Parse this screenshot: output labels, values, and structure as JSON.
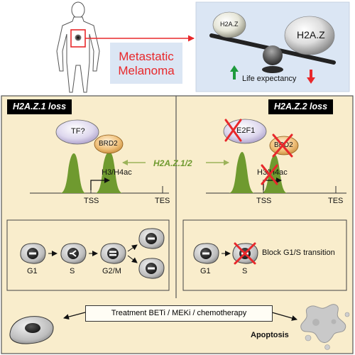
{
  "header": {
    "condition_label_line1": "Metastatic",
    "condition_label_line2": "Melanoma",
    "seesaw_small_label": "H2A.Z",
    "seesaw_large_label": "H2A.Z",
    "life_expectancy_label": "Life expectancy"
  },
  "left_panel": {
    "title": "H2A.Z.1 loss",
    "factor_top": "TF?",
    "factor_reader": "BRD2",
    "histone_mark": "H3/H4ac",
    "tss": "TSS",
    "tes": "TES",
    "cell_cycle": {
      "phase_g1": "G1",
      "phase_s": "S",
      "phase_g2m": "G2/M"
    }
  },
  "right_panel": {
    "title": "H2A.Z.2 loss",
    "factor_top": "E2F1",
    "factor_reader": "BRD2",
    "histone_mark": "H3/H4ac",
    "tss": "TSS",
    "tes": "TES",
    "cell_cycle": {
      "phase_g1": "G1",
      "phase_s": "S",
      "block_label": "Block G1/S transition"
    }
  },
  "center_label": "H2A.Z.1/2",
  "treatment": {
    "label": "Treatment BETi / MEKi / chemotherapy",
    "outcome": "Apoptosis"
  },
  "colors": {
    "panel_bg": "#f9edcc",
    "peak_green": "#6f9a2f",
    "accent_red": "#e8282b",
    "arrow_green": "#1e9a3c",
    "seesaw_box_bg": "#dbe6f4"
  }
}
